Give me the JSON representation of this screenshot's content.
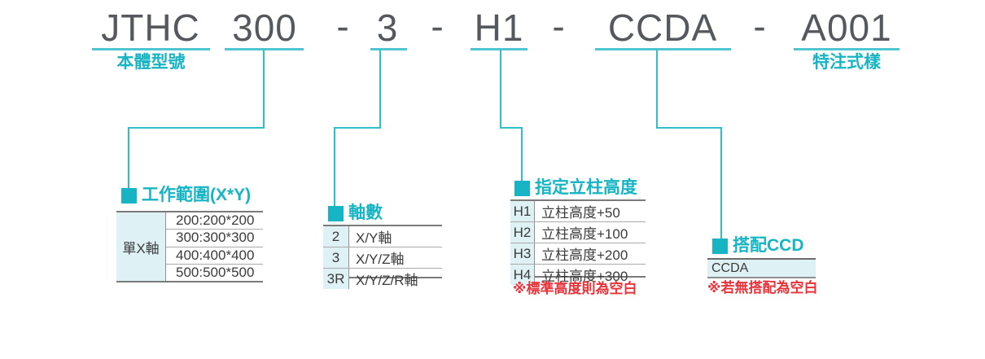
{
  "model_code": {
    "separator": "-",
    "segments": [
      {
        "text": "JTHC",
        "label": "本體型號"
      },
      {
        "text": "300"
      },
      {
        "text": "3"
      },
      {
        "text": "H1"
      },
      {
        "text": "CCDA"
      },
      {
        "text": "A001",
        "label": "特注式樣"
      }
    ]
  },
  "colors": {
    "accent_teal": "#17b4c3",
    "underline_teal": "#4ec5d0",
    "connector_teal": "#2fbfcb",
    "code_gray": "#55585c",
    "cell_bg": "#def1f5",
    "note_red": "#e8333a"
  },
  "sections": [
    {
      "title": "工作範圍(X*Y)",
      "row_header": "單X軸",
      "values": [
        "200:200*200",
        "300:300*300",
        "400:400*400",
        "500:500*500"
      ]
    },
    {
      "title": "軸數",
      "rows": [
        {
          "code": "2",
          "desc": "X/Y軸"
        },
        {
          "code": "3",
          "desc": "X/Y/Z軸"
        },
        {
          "code": "3R",
          "desc": "X/Y/Z/R軸"
        }
      ]
    },
    {
      "title": "指定立柱高度",
      "rows": [
        {
          "code": "H1",
          "desc": "立柱高度+50"
        },
        {
          "code": "H2",
          "desc": "立柱高度+100"
        },
        {
          "code": "H3",
          "desc": "立柱高度+200"
        },
        {
          "code": "H4",
          "desc": "立柱高度+300"
        }
      ],
      "note": "※標準高度則為空白"
    },
    {
      "title": "搭配CCD",
      "value": "CCDA",
      "note": "※若無搭配為空白"
    }
  ]
}
